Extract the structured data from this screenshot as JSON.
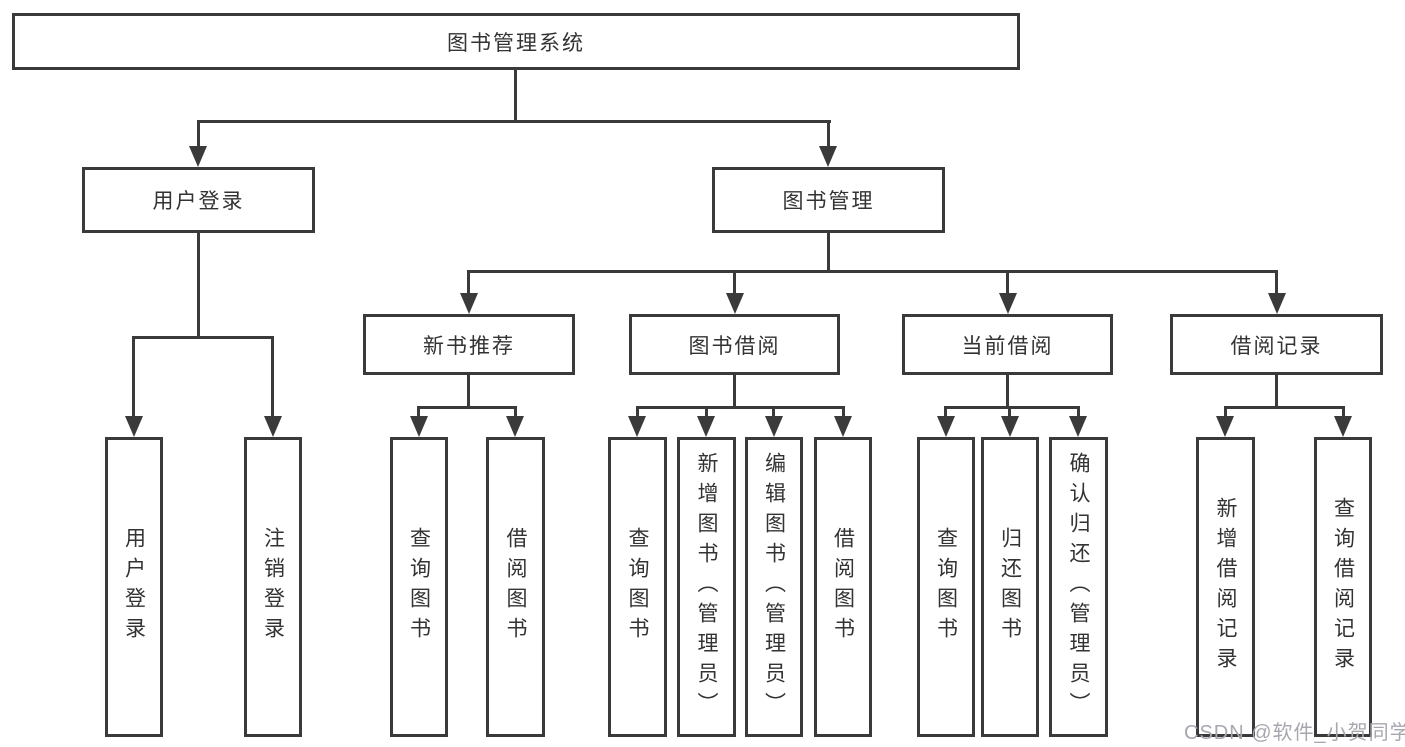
{
  "diagram": {
    "nodes": {
      "root": {
        "label": "图书管理系统"
      },
      "level1": [
        {
          "label": "用户登录"
        },
        {
          "label": "图书管理"
        }
      ],
      "level2": [
        {
          "label": "新书推荐"
        },
        {
          "label": "图书借阅"
        },
        {
          "label": "当前借阅"
        },
        {
          "label": "借阅记录"
        }
      ],
      "leaves": {
        "user_login": [
          "用户登录",
          "注销登录"
        ],
        "new_books": [
          "查询图书",
          "借阅图书"
        ],
        "book_borrow": [
          "查询图书",
          "新增图书（管理员）",
          "编辑图书（管理员）",
          "借阅图书"
        ],
        "current_borrow": [
          "查询图书",
          "归还图书",
          "确认归还（管理员）"
        ],
        "borrow_records": [
          "新增借阅记录",
          "查询借阅记录"
        ]
      }
    },
    "watermark": "CSDN @软件_小贺同学",
    "colors": {
      "line": "#3a3a3a",
      "text": "#333333",
      "background": "#ffffff",
      "watermark": "#a7a7af"
    }
  }
}
